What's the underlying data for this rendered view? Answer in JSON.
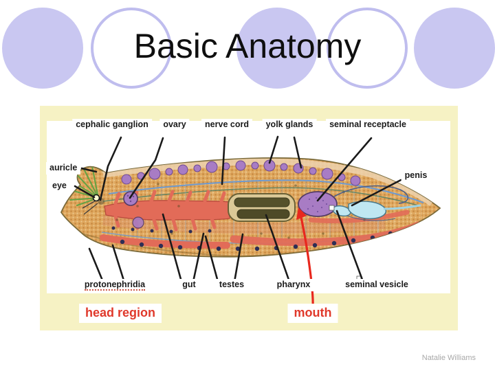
{
  "slide": {
    "title": "Basic Anatomy",
    "attribution": "Natalie Williams"
  },
  "diagram": {
    "top_labels": [
      "cephalic ganglion",
      "ovary",
      "nerve cord",
      "yolk glands",
      "seminal receptacle"
    ],
    "left_labels": [
      "auricle",
      "eye"
    ],
    "right_labels": [
      "penis"
    ],
    "bottom_labels": [
      "protonephridia",
      "gut",
      "testes",
      "pharynx",
      "seminal vesicle"
    ],
    "region_labels": [
      "head region",
      "mouth"
    ],
    "subject": "planarian flatworm anatomy"
  },
  "colors": {
    "circle_lavender": "#c9c7f1",
    "circle_outline": "#bfbdee",
    "figure_cream_background": "#f6f2c4",
    "label_black": "#1a1a1a",
    "red_label": "#e0392b",
    "red_arrow": "#e8281e",
    "attribution_gray": "#a8a8a8"
  }
}
